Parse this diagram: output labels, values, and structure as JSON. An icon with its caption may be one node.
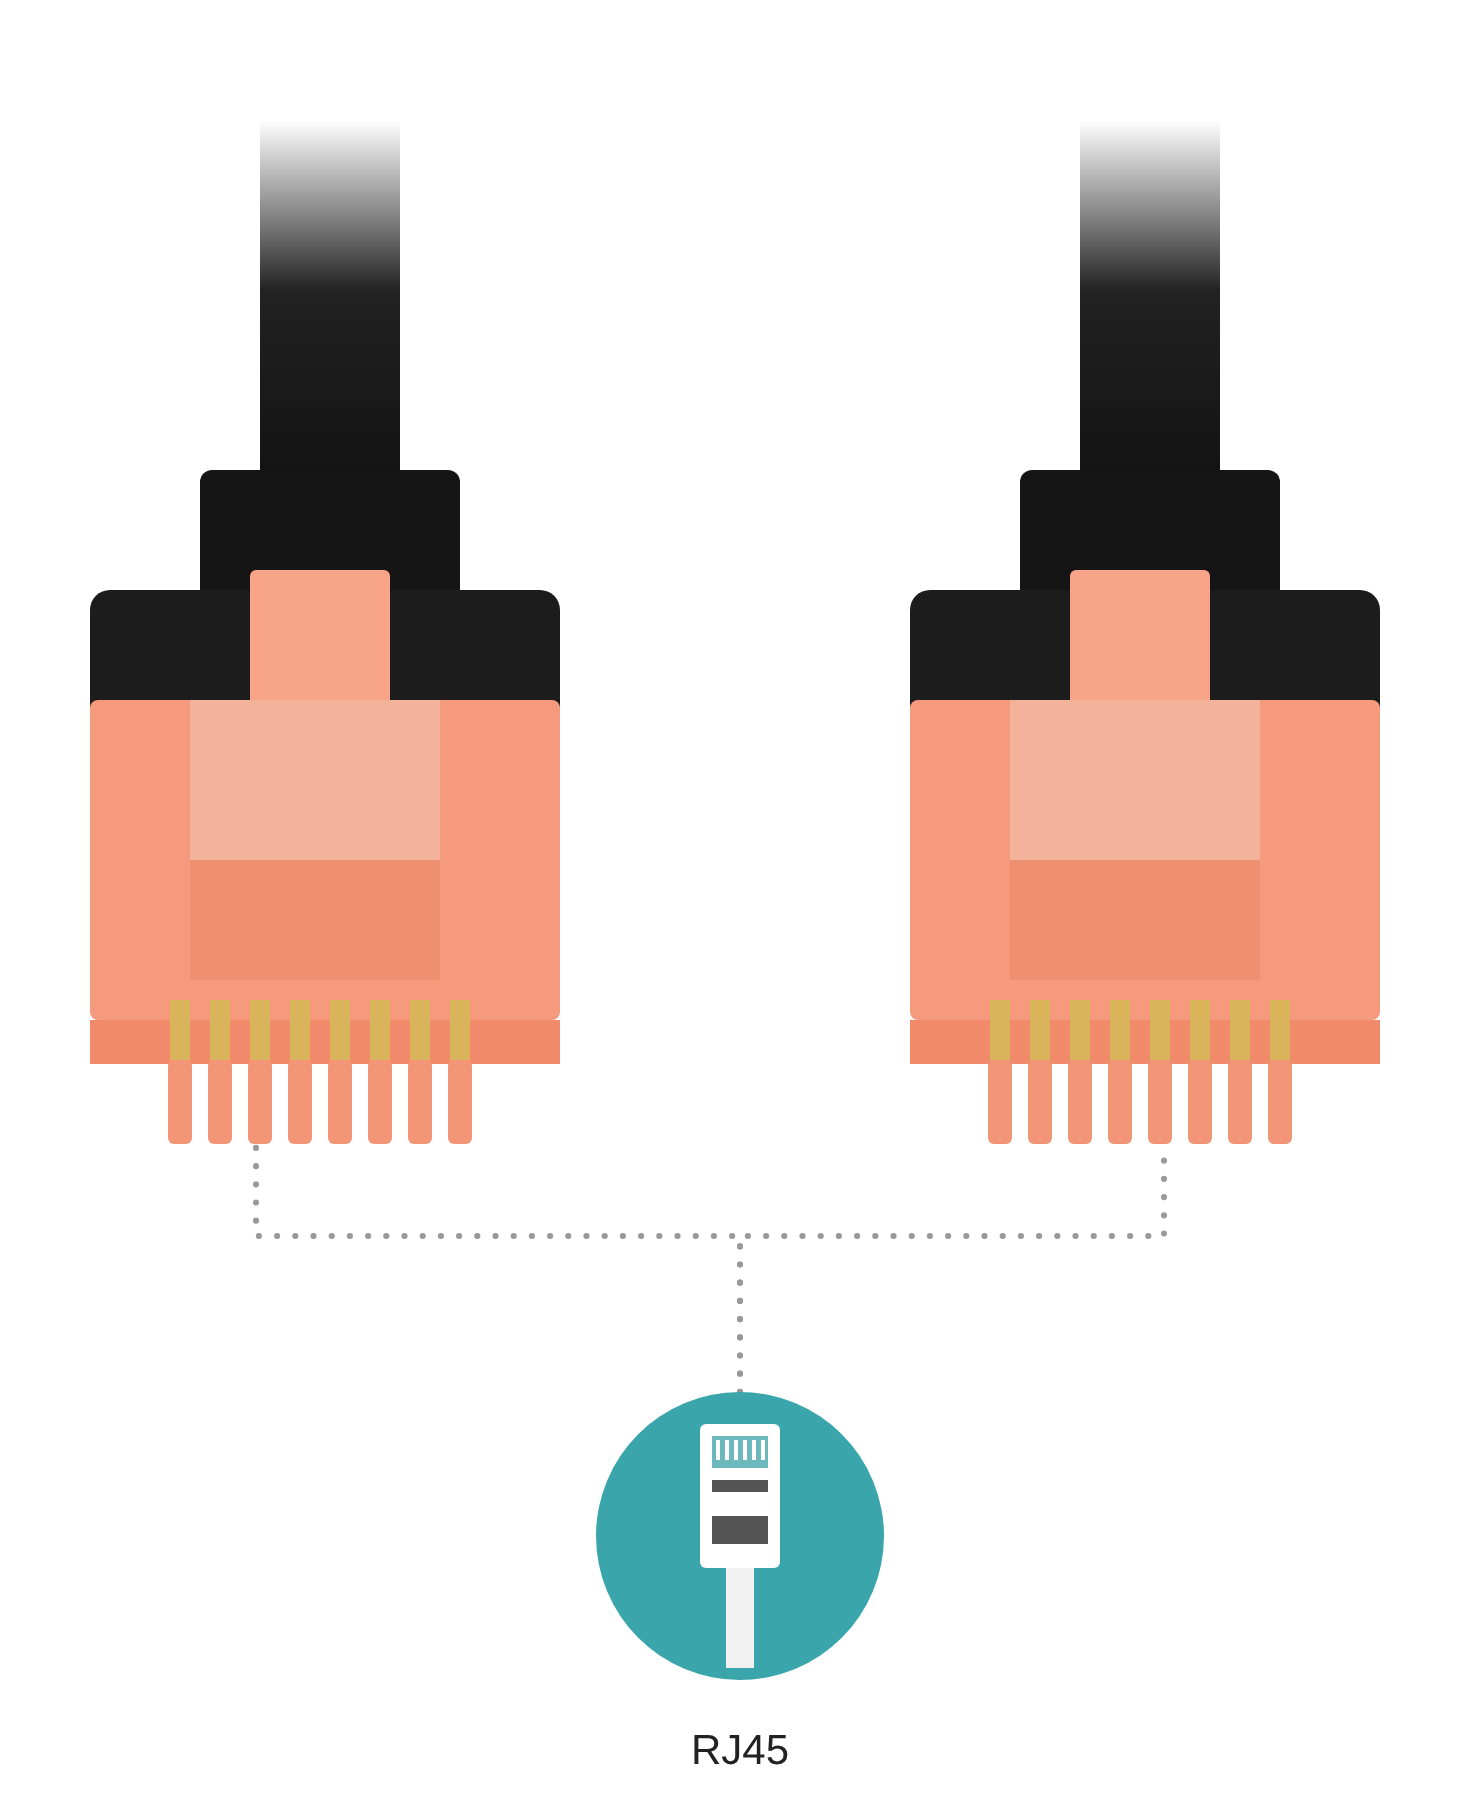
{
  "diagram": {
    "nodes": [
      {
        "text": [],
        "shape": "picture"
      },
      {
        "text": [],
        "shape": "picture"
      },
      {
        "text": [],
        "shape": "circle",
        "beside": [
          "RJ45"
        ]
      }
    ],
    "edges": [
      {
        "from": 2,
        "to": 0,
        "arrow": "none",
        "style": "dashed"
      },
      {
        "from": 2,
        "to": 1,
        "arrow": "none",
        "style": "dashed"
      }
    ]
  }
}
